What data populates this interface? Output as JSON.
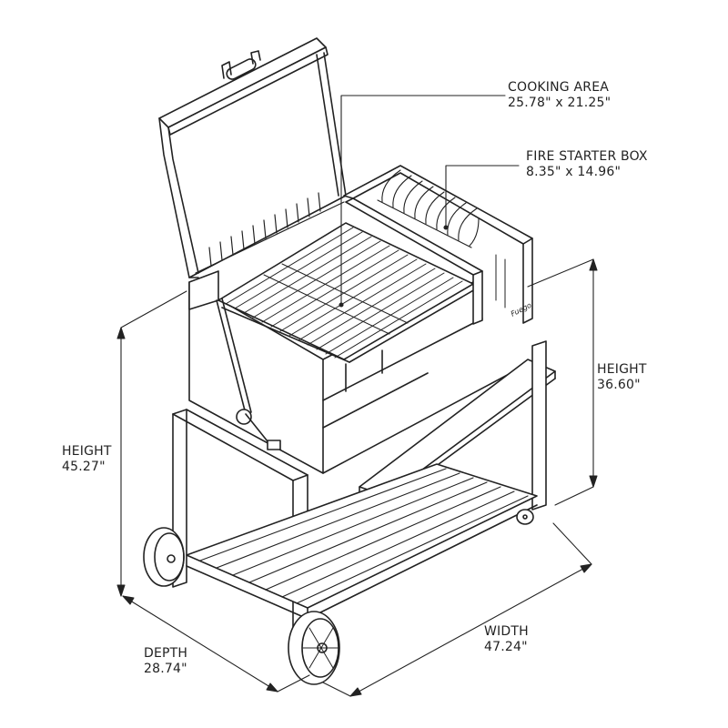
{
  "diagram": {
    "subject": "Charcoal grill cart with dimensions",
    "line_color": "#222222",
    "background": "#ffffff"
  },
  "labels": {
    "cooking_area": {
      "title": "COOKING AREA",
      "value": "25.78\" x 21.25\""
    },
    "fire_starter_box": {
      "title": "FIRE STARTER BOX",
      "value": "8.35\" x 14.96\""
    },
    "height_total": {
      "title": "HEIGHT",
      "value": "45.27\""
    },
    "height_work": {
      "title": "HEIGHT",
      "value": "36.60\""
    },
    "depth": {
      "title": "DEPTH",
      "value": "28.74\""
    },
    "width": {
      "title": "WIDTH",
      "value": "47.24\""
    }
  },
  "brand_mark": "Fuego"
}
